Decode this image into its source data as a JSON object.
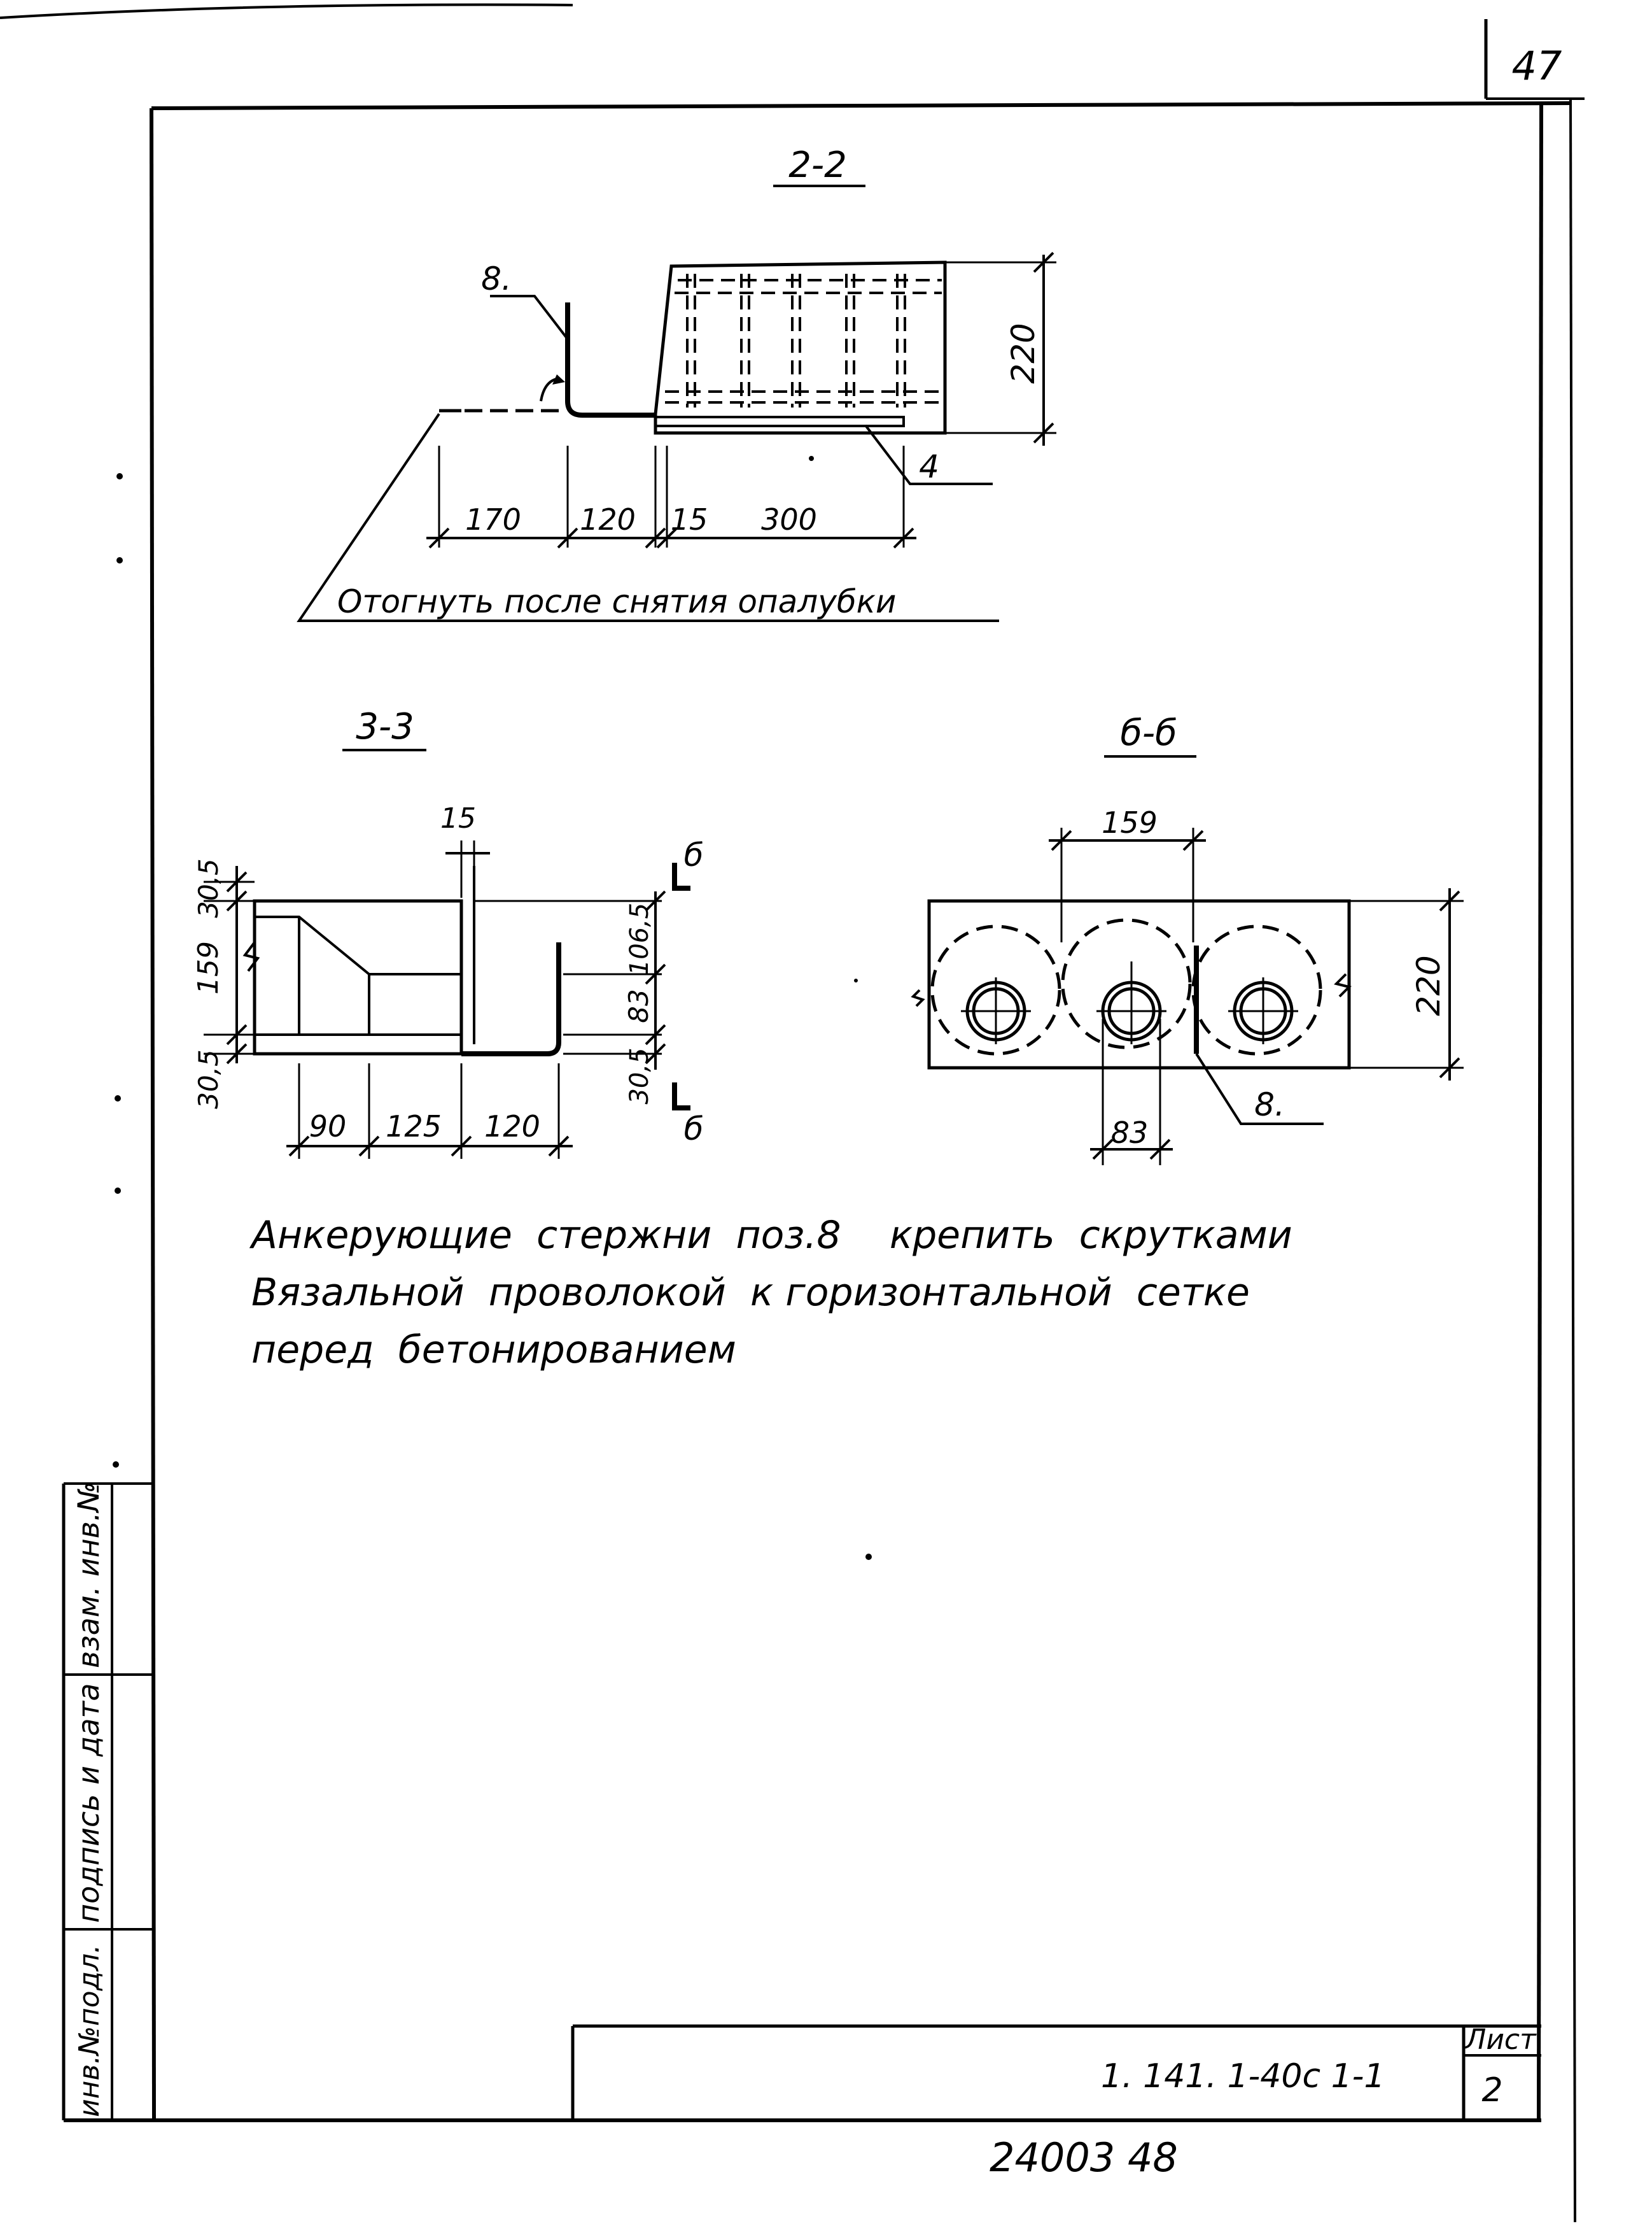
{
  "sheet": {
    "page_number": "47",
    "list_label": "Лист",
    "list_number": "2",
    "doc_code": "1. 141. 1-40с 1-1",
    "archive_number": "24003  48"
  },
  "side_stamp": {
    "inv_podl": "инв.№подл.",
    "podpis_data": "подпись и дата",
    "vzam_inv": "взам. инв.№"
  },
  "section_22": {
    "title": "2-2",
    "pos_left": "8.",
    "pos_right": "4",
    "dim_height": "220",
    "dims": [
      "170",
      "120",
      "15",
      "300"
    ],
    "note": "Отогнуть после снятия опалубки"
  },
  "section_33": {
    "title": "3-3",
    "dim_top": "15",
    "left_dims": [
      "30,5",
      "159",
      "30,5"
    ],
    "right_dims": [
      "106,5",
      "83",
      "30,5"
    ],
    "bottom_dims": [
      "90",
      "125",
      "120"
    ],
    "cut_label_top": "б",
    "cut_label_bottom": "б"
  },
  "section_bb": {
    "title": "б-б",
    "dim_top": "159",
    "dim_right": "220",
    "dim_bottom": "83",
    "pos": "8."
  },
  "note": {
    "line1": "Анкерующие  стержни  поз.8    крепить  скрутками",
    "line2": "Вязальной  проволокой  к горизонтальной  сетке",
    "line3": "перед  бетонированием"
  }
}
